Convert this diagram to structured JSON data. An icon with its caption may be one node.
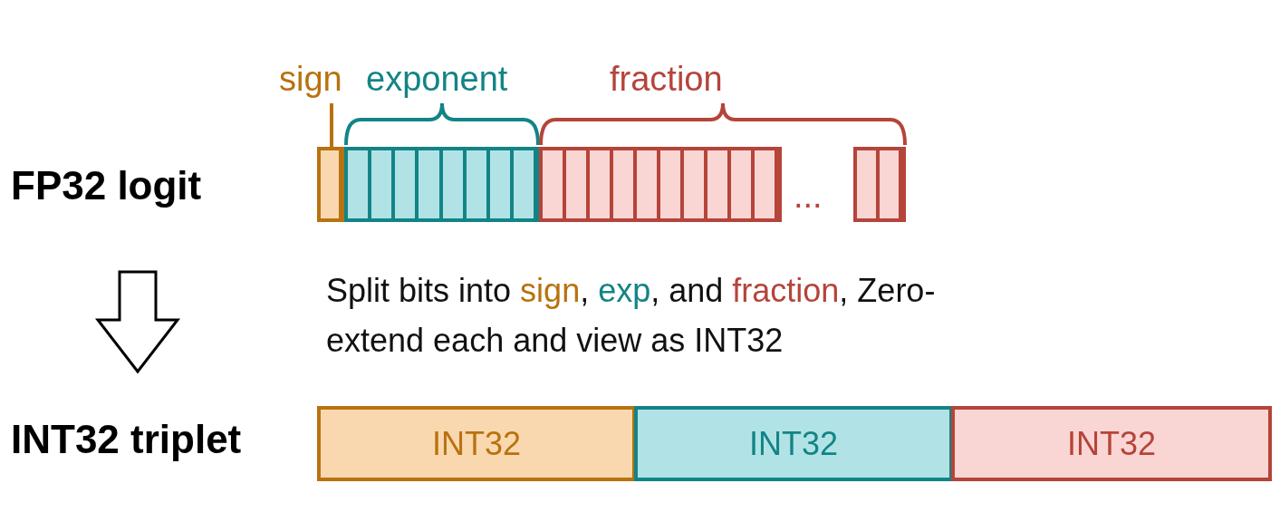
{
  "diagram": {
    "nodes": [
      {
        "text": [
          "FP32 logit"
        ]
      },
      {
        "text": [
          "INT32 triplet"
        ]
      },
      {
        "text": [],
        "shape": "bar"
      },
      {
        "text": [],
        "shape": "bar"
      },
      {
        "text": [],
        "shape": "bar"
      },
      {
        "text": [],
        "shape": "bar"
      },
      {
        "text": [
          "INT32"
        ]
      },
      {
        "text": [
          "INT32"
        ]
      },
      {
        "text": [
          "INT32"
        ]
      }
    ],
    "edges": [
      {
        "from": 0,
        "to": 1,
        "arrow": "to"
      }
    ],
    "labels": [
      "sign",
      "exponent",
      "fraction",
      "...",
      "Split bits into *sign*, *exp*, and *fraction*, Zero-extend each and view as INT32"
    ]
  }
}
